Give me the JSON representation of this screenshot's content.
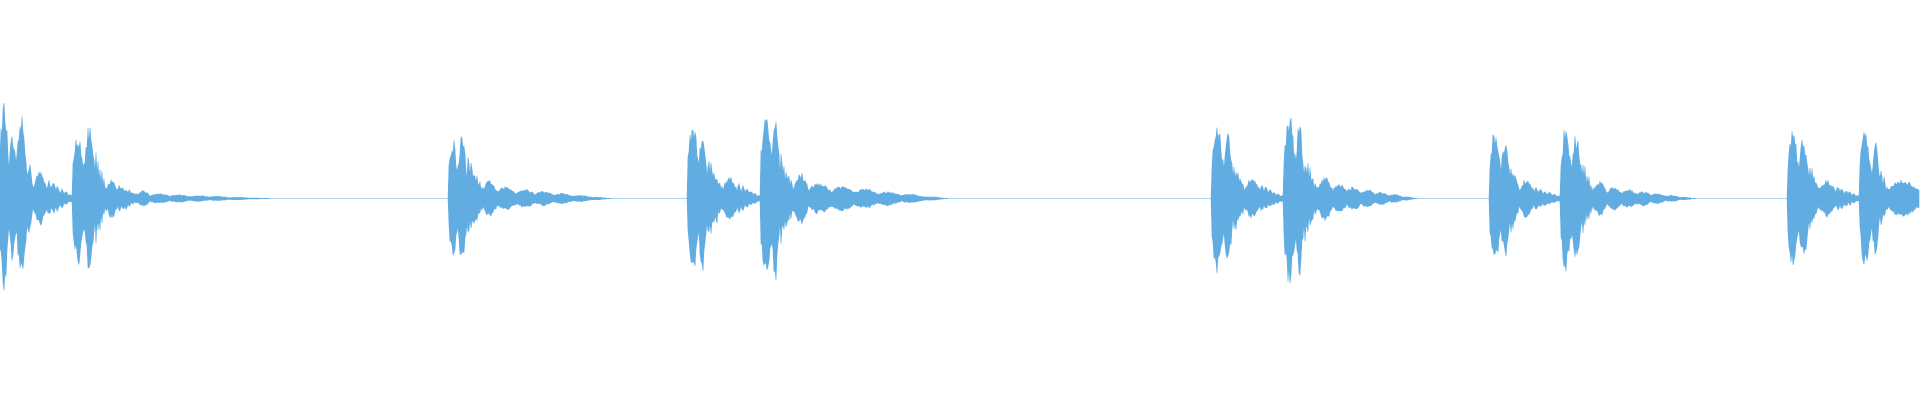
{
  "waveform": {
    "color": "#61ade2",
    "background": "#ffffff",
    "peak_scale": 0.56,
    "bursts": [
      {
        "start": 0.0,
        "end": 0.0049,
        "amplitude": 0.92
      },
      {
        "start": 0.0049,
        "end": 0.009,
        "amplitude": 0.6
      },
      {
        "start": 0.009,
        "end": 0.014,
        "amplitude": 0.78
      },
      {
        "start": 0.0178,
        "end": 0.0245,
        "amplitude": 0.26
      },
      {
        "start": 0.038,
        "end": 0.0445,
        "amplitude": 0.64
      },
      {
        "start": 0.0445,
        "end": 0.0495,
        "amplitude": 0.7
      },
      {
        "start": 0.0555,
        "end": 0.0615,
        "amplitude": 0.19
      },
      {
        "start": 0.072,
        "end": 0.078,
        "amplitude": 0.08
      },
      {
        "start": 0.234,
        "end": 0.2385,
        "amplitude": 0.58
      },
      {
        "start": 0.2385,
        "end": 0.243,
        "amplitude": 0.61
      },
      {
        "start": 0.252,
        "end": 0.259,
        "amplitude": 0.18
      },
      {
        "start": 0.3585,
        "end": 0.364,
        "amplitude": 0.75
      },
      {
        "start": 0.364,
        "end": 0.368,
        "amplitude": 0.7
      },
      {
        "start": 0.377,
        "end": 0.384,
        "amplitude": 0.22
      },
      {
        "start": 0.3965,
        "end": 0.402,
        "amplitude": 0.84
      },
      {
        "start": 0.402,
        "end": 0.406,
        "amplitude": 0.78
      },
      {
        "start": 0.414,
        "end": 0.421,
        "amplitude": 0.25
      },
      {
        "start": 0.6315,
        "end": 0.6375,
        "amplitude": 0.73
      },
      {
        "start": 0.6375,
        "end": 0.642,
        "amplitude": 0.64
      },
      {
        "start": 0.649,
        "end": 0.656,
        "amplitude": 0.2
      },
      {
        "start": 0.669,
        "end": 0.675,
        "amplitude": 0.82
      },
      {
        "start": 0.675,
        "end": 0.679,
        "amplitude": 0.74
      },
      {
        "start": 0.687,
        "end": 0.6945,
        "amplitude": 0.22
      },
      {
        "start": 0.776,
        "end": 0.782,
        "amplitude": 0.65
      },
      {
        "start": 0.782,
        "end": 0.7865,
        "amplitude": 0.57
      },
      {
        "start": 0.792,
        "end": 0.799,
        "amplitude": 0.19
      },
      {
        "start": 0.813,
        "end": 0.819,
        "amplitude": 0.7
      },
      {
        "start": 0.819,
        "end": 0.824,
        "amplitude": 0.63
      },
      {
        "start": 0.83,
        "end": 0.837,
        "amplitude": 0.17
      },
      {
        "start": 0.931,
        "end": 0.937,
        "amplitude": 0.67
      },
      {
        "start": 0.937,
        "end": 0.942,
        "amplitude": 0.6
      },
      {
        "start": 0.948,
        "end": 0.956,
        "amplitude": 0.18
      },
      {
        "start": 0.969,
        "end": 0.975,
        "amplitude": 0.66
      },
      {
        "start": 0.975,
        "end": 0.979,
        "amplitude": 0.56
      },
      {
        "start": 0.984,
        "end": 1.0,
        "amplitude": 0.18
      }
    ],
    "decays": [
      {
        "start": 0.014,
        "end": 0.0178,
        "from": 0.5,
        "to": 0.1
      },
      {
        "start": 0.0245,
        "end": 0.038,
        "from": 0.2,
        "to": 0.02
      },
      {
        "start": 0.0495,
        "end": 0.0555,
        "from": 0.48,
        "to": 0.1
      },
      {
        "start": 0.0615,
        "end": 0.072,
        "from": 0.15,
        "to": 0.04
      },
      {
        "start": 0.078,
        "end": 0.14,
        "from": 0.05,
        "to": 0.0
      },
      {
        "start": 0.243,
        "end": 0.252,
        "from": 0.44,
        "to": 0.08
      },
      {
        "start": 0.259,
        "end": 0.318,
        "from": 0.12,
        "to": 0.0
      },
      {
        "start": 0.368,
        "end": 0.377,
        "from": 0.44,
        "to": 0.09
      },
      {
        "start": 0.384,
        "end": 0.3965,
        "from": 0.16,
        "to": 0.02
      },
      {
        "start": 0.406,
        "end": 0.414,
        "from": 0.46,
        "to": 0.1
      },
      {
        "start": 0.421,
        "end": 0.494,
        "from": 0.16,
        "to": 0.0
      },
      {
        "start": 0.642,
        "end": 0.649,
        "from": 0.4,
        "to": 0.08
      },
      {
        "start": 0.656,
        "end": 0.669,
        "from": 0.14,
        "to": 0.02
      },
      {
        "start": 0.679,
        "end": 0.687,
        "from": 0.44,
        "to": 0.09
      },
      {
        "start": 0.6945,
        "end": 0.738,
        "from": 0.15,
        "to": 0.0
      },
      {
        "start": 0.7865,
        "end": 0.792,
        "from": 0.38,
        "to": 0.08
      },
      {
        "start": 0.799,
        "end": 0.813,
        "from": 0.12,
        "to": 0.02
      },
      {
        "start": 0.824,
        "end": 0.83,
        "from": 0.4,
        "to": 0.08
      },
      {
        "start": 0.837,
        "end": 0.883,
        "from": 0.12,
        "to": 0.0
      },
      {
        "start": 0.942,
        "end": 0.948,
        "from": 0.38,
        "to": 0.08
      },
      {
        "start": 0.956,
        "end": 0.969,
        "from": 0.13,
        "to": 0.02
      },
      {
        "start": 0.979,
        "end": 0.984,
        "from": 0.34,
        "to": 0.08
      }
    ]
  }
}
